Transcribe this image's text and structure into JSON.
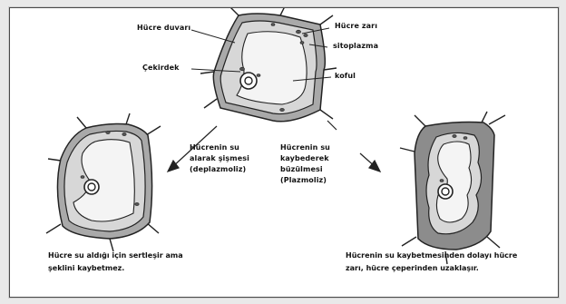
{
  "labels": {
    "cell_wall": "Hücre duvarı",
    "cell_membrane": "Hücre zarı",
    "cytoplasm": "sitoplazma",
    "nucleus": "Çekirdek",
    "vacuole": "koful"
  },
  "middle_text": {
    "deplasmolysis": [
      "Hücrenin su",
      "alarak şişmesi",
      "(deplazmoliz)"
    ],
    "plasmolysis": [
      "Hücrenin su",
      "kaybederek",
      "büzülmesi",
      "(Plazmoliz)"
    ]
  },
  "captions": {
    "left": [
      "Hücre su aldığı için sertleşir ama",
      "şeklini kaybetmez."
    ],
    "right": [
      "Hücrenin su kaybetmesinden dolayı hücre",
      "zarı, hücre çeperinden uzaklaşır."
    ]
  },
  "colors": {
    "wall_fill": "#a9a9a9",
    "cytoplasm_fill": "#d7d7d7",
    "vacuole_fill": "#f4f4f4",
    "shrunk_space": "#8c8c8c",
    "ink": "#222222"
  }
}
